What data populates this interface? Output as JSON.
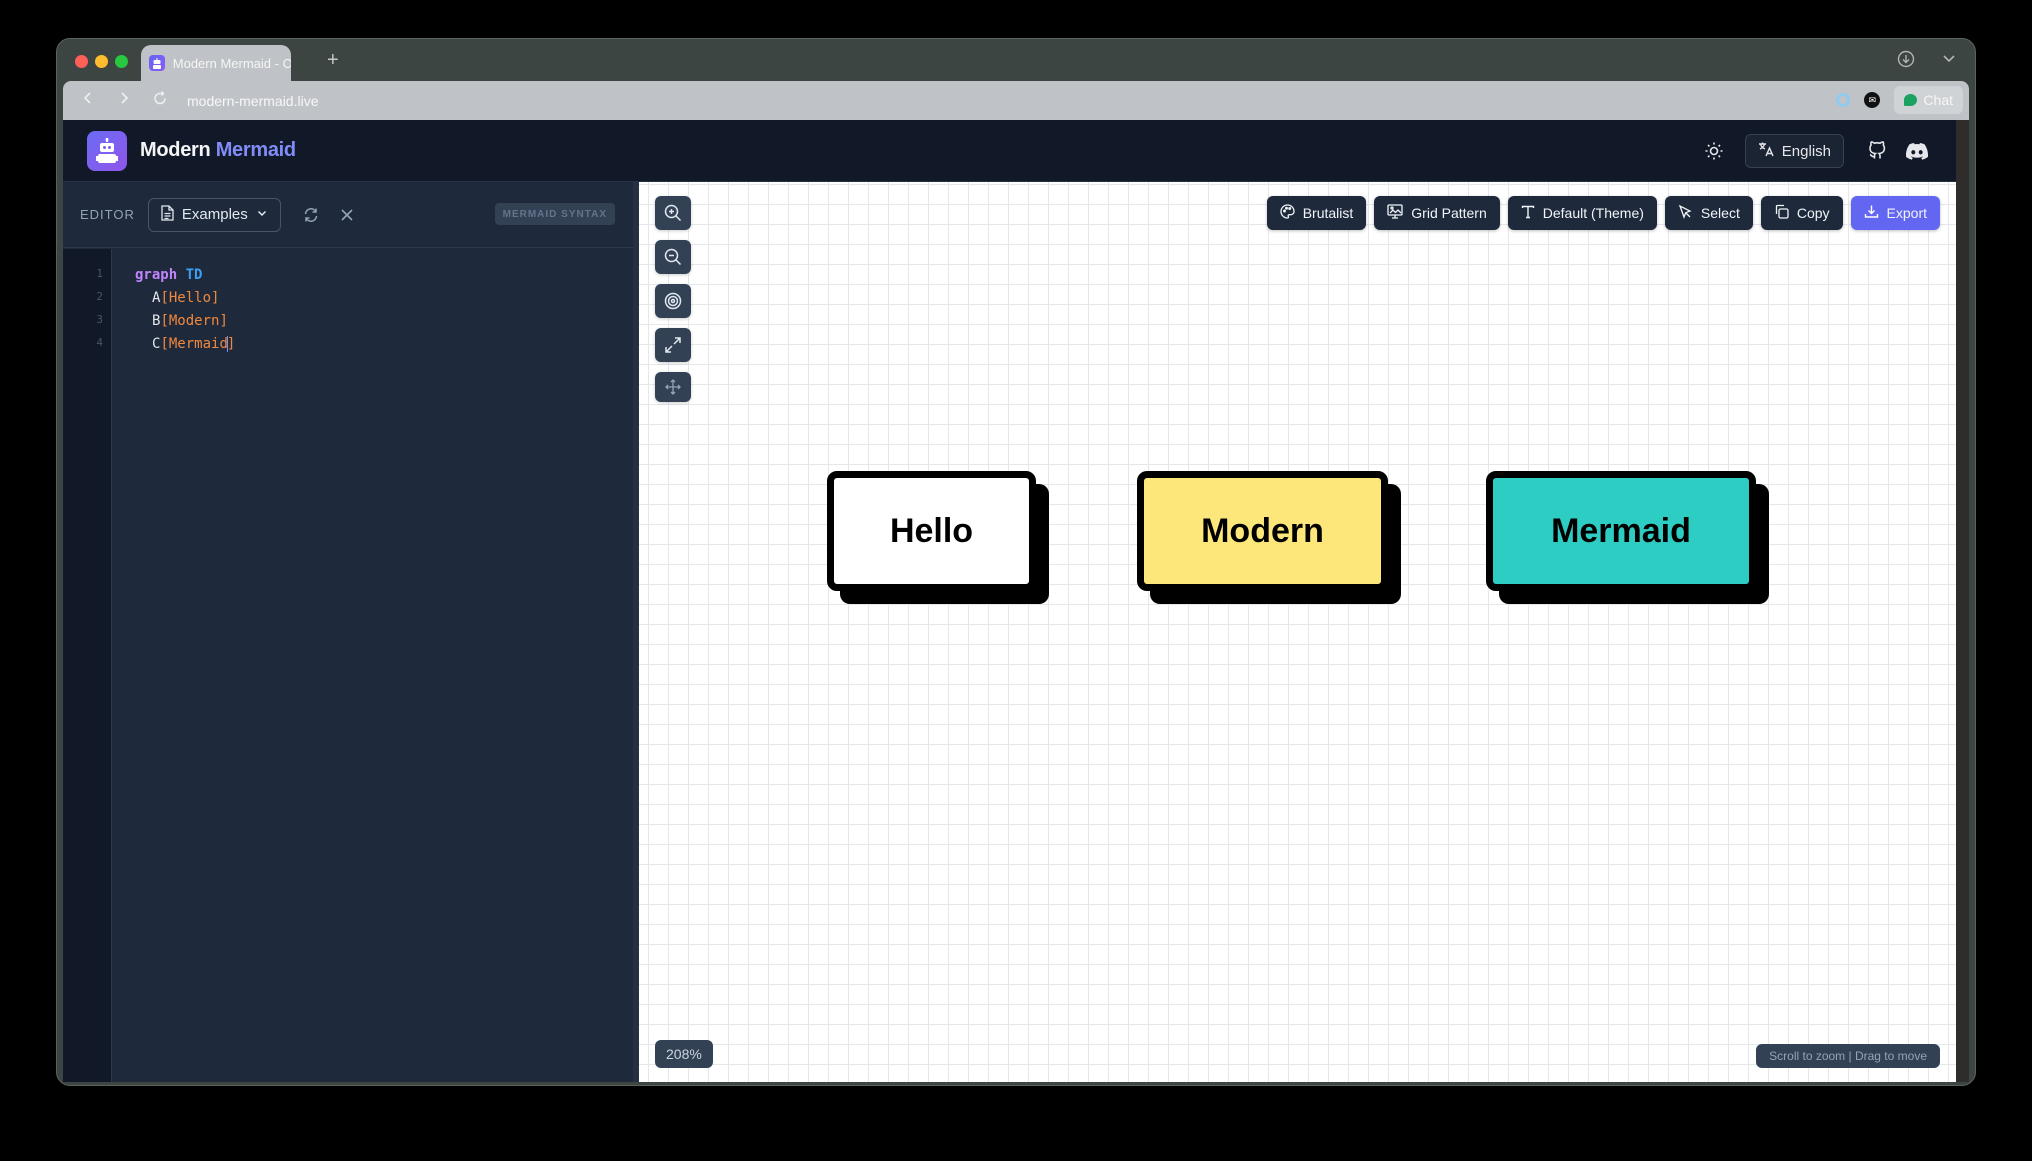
{
  "browser": {
    "tab_title": "Modern Mermaid - Onl",
    "new_tab_symbol": "+",
    "url": "modern-mermaid.live",
    "chat_label": "Chat",
    "icons": [
      "back-icon",
      "forward-icon",
      "reload-icon",
      "download-icon",
      "chevron-down-icon",
      "extension-ring-icon",
      "mail-icon",
      "chat-icon"
    ]
  },
  "header": {
    "brand_primary": "Modern",
    "brand_accent": "Mermaid",
    "language_label": "English",
    "icons": [
      "sun-icon",
      "translate-icon",
      "github-icon",
      "discord-icon"
    ]
  },
  "editor": {
    "label": "EDITOR",
    "examples_label": "Examples",
    "syntax_badge": "MERMAID SYNTAX",
    "line_numbers": [
      "1",
      "2",
      "3",
      "4"
    ],
    "code": {
      "line1_keyword": "graph",
      "line1_direction": "TD",
      "line2_id": "A",
      "line2_label": "[Hello]",
      "line3_id": "B",
      "line3_label": "[Modern]",
      "line4_id": "C",
      "line4_label_before_caret": "[Mermaid",
      "line4_label_after_caret": "]"
    }
  },
  "canvas": {
    "toolbar": {
      "style_label": "Brutalist",
      "background_label": "Grid Pattern",
      "font_label": "Default (Theme)",
      "select_label": "Select",
      "copy_label": "Copy",
      "export_label": "Export"
    },
    "zoom_controls": [
      "zoom-in-icon",
      "zoom-out-icon",
      "target-reset-icon",
      "fullscreen-icon",
      "move-icon"
    ],
    "nodes": [
      {
        "id": "A",
        "label": "Hello",
        "fill": "#ffffff"
      },
      {
        "id": "B",
        "label": "Modern",
        "fill": "#fde77b"
      },
      {
        "id": "C",
        "label": "Mermaid",
        "fill": "#2ecdc3"
      }
    ],
    "zoom_level": "208%",
    "hint": "Scroll to zoom | Drag to move"
  },
  "colors": {
    "accent": "#6366f1",
    "header_bg": "#111827",
    "editor_bg": "#1e293b"
  }
}
